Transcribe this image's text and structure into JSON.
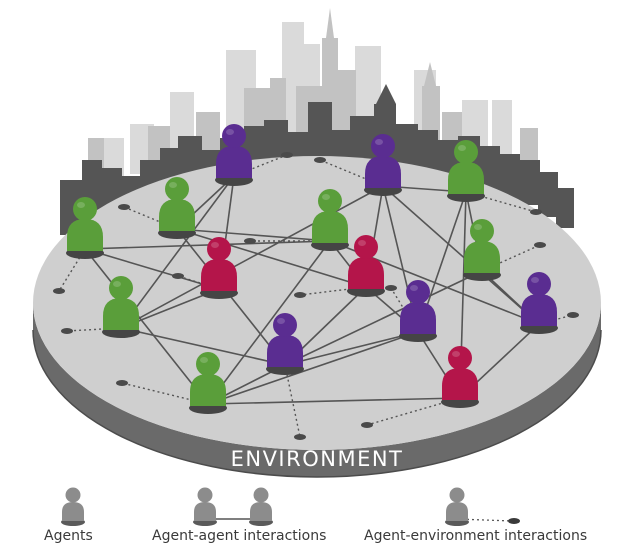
{
  "platform_label": "ENVIRONMENT",
  "legend": {
    "agents": "Agents",
    "agent_agent": "Agent-agent interactions",
    "agent_environment": "Agent-environment interactions"
  },
  "colors": {
    "green": "#5a9e3a",
    "purple": "#5a2d91",
    "red": "#b4154a",
    "legend_gray": "#8c8c8c",
    "platform_top": "#cfcfcf",
    "platform_side": "#6a6a6a"
  },
  "agents": [
    {
      "id": "a1",
      "color": "purple"
    },
    {
      "id": "a2",
      "color": "green"
    },
    {
      "id": "a3",
      "color": "red"
    },
    {
      "id": "a4",
      "color": "green"
    },
    {
      "id": "a5",
      "color": "green"
    },
    {
      "id": "a6",
      "color": "green"
    },
    {
      "id": "a7",
      "color": "red"
    },
    {
      "id": "a8",
      "color": "purple"
    },
    {
      "id": "a9",
      "color": "green"
    },
    {
      "id": "a10",
      "color": "purple"
    },
    {
      "id": "a11",
      "color": "green"
    },
    {
      "id": "a12",
      "color": "purple"
    },
    {
      "id": "a13",
      "color": "purple"
    },
    {
      "id": "a14",
      "color": "green"
    },
    {
      "id": "a15",
      "color": "red"
    }
  ],
  "agent_links": [
    [
      "a1",
      "a4"
    ],
    [
      "a1",
      "a5"
    ],
    [
      "a1",
      "a3"
    ],
    [
      "a2",
      "a3"
    ],
    [
      "a2",
      "a6"
    ],
    [
      "a2",
      "a9"
    ],
    [
      "a3",
      "a5"
    ],
    [
      "a4",
      "a6"
    ],
    [
      "a4",
      "a7"
    ],
    [
      "a4",
      "a8"
    ],
    [
      "a5",
      "a8"
    ],
    [
      "a5",
      "a10"
    ],
    [
      "a6",
      "a7"
    ],
    [
      "a6",
      "a9"
    ],
    [
      "a6",
      "a12"
    ],
    [
      "a7",
      "a8"
    ],
    [
      "a7",
      "a13"
    ],
    [
      "a7",
      "a10"
    ],
    [
      "a8",
      "a9"
    ],
    [
      "a8",
      "a11"
    ],
    [
      "a8",
      "a13"
    ],
    [
      "a9",
      "a13"
    ],
    [
      "a9",
      "a15"
    ],
    [
      "a10",
      "a12"
    ],
    [
      "a10",
      "a13"
    ],
    [
      "a10",
      "a14"
    ],
    [
      "a11",
      "a12"
    ],
    [
      "a11",
      "a14"
    ],
    [
      "a12",
      "a15"
    ],
    [
      "a13",
      "a14"
    ],
    [
      "a13",
      "a15"
    ],
    [
      "a14",
      "a15"
    ]
  ],
  "environment_links": [
    [
      "a1",
      "e1"
    ],
    [
      "a2",
      "e2"
    ],
    [
      "a3",
      "e3"
    ],
    [
      "a4",
      "e4"
    ],
    [
      "a5",
      "e5"
    ],
    [
      "a6",
      "e6"
    ],
    [
      "a7",
      "e7"
    ],
    [
      "a8",
      "e8"
    ],
    [
      "a9",
      "e9"
    ],
    [
      "a10",
      "e10"
    ],
    [
      "a11",
      "e11"
    ],
    [
      "a12",
      "e12"
    ],
    [
      "a13",
      "e13"
    ],
    [
      "a14",
      "e14"
    ],
    [
      "a15",
      "e15"
    ]
  ]
}
